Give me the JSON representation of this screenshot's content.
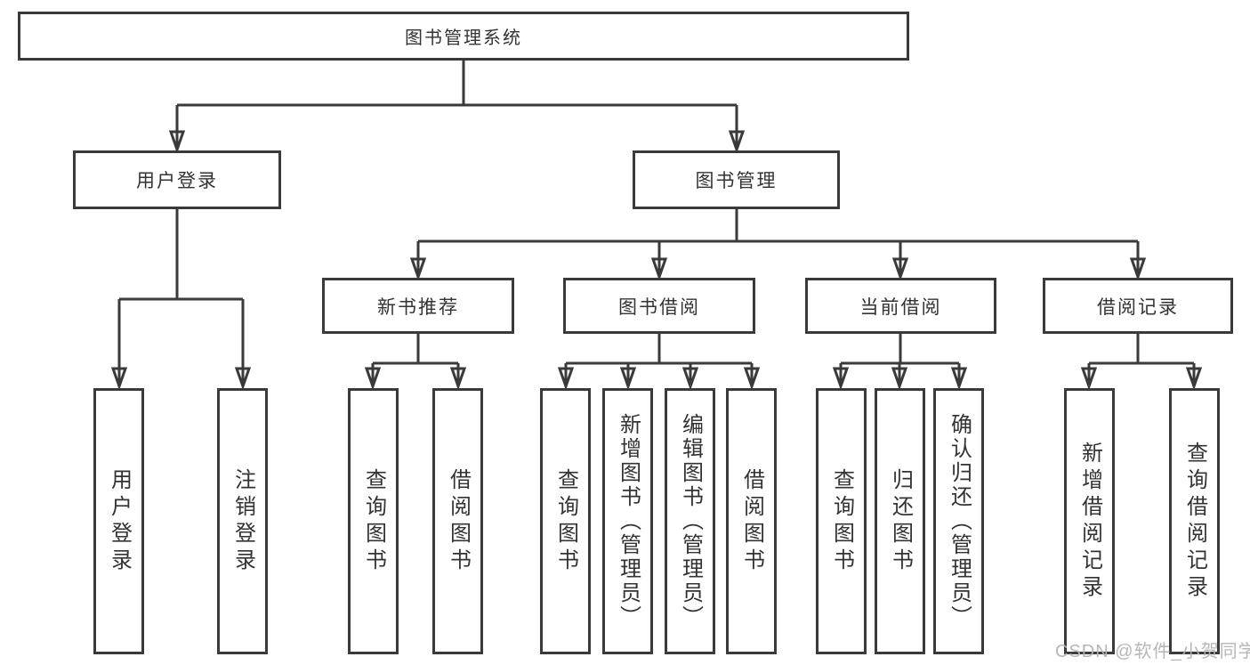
{
  "diagram": {
    "title": "图书管理系统",
    "tree": {
      "label": "图书管理系统",
      "children": [
        {
          "label": "用户登录",
          "children": [
            {
              "label": "用户登录"
            },
            {
              "label": "注销登录"
            }
          ]
        },
        {
          "label": "图书管理",
          "children": [
            {
              "label": "新书推荐",
              "children": [
                {
                  "label": "查询图书"
                },
                {
                  "label": "借阅图书"
                }
              ]
            },
            {
              "label": "图书借阅",
              "children": [
                {
                  "label": "查询图书"
                },
                {
                  "label": "新增图书（管理员）"
                },
                {
                  "label": "编辑图书（管理员）"
                },
                {
                  "label": "借阅图书"
                }
              ]
            },
            {
              "label": "当前借阅",
              "children": [
                {
                  "label": "查询图书"
                },
                {
                  "label": "归还图书"
                },
                {
                  "label": "确认归还（管理员）"
                }
              ]
            },
            {
              "label": "借阅记录",
              "children": [
                {
                  "label": "新增借阅记录"
                },
                {
                  "label": "查询借阅记录"
                }
              ]
            }
          ]
        }
      ]
    },
    "colors": {
      "line": "#3a3a3a",
      "text": "#333333",
      "box_background": "#ffffff",
      "watermark": "#b3b3b3"
    }
  },
  "watermark": {
    "text": "CSDN @软件_小贺同学"
  }
}
